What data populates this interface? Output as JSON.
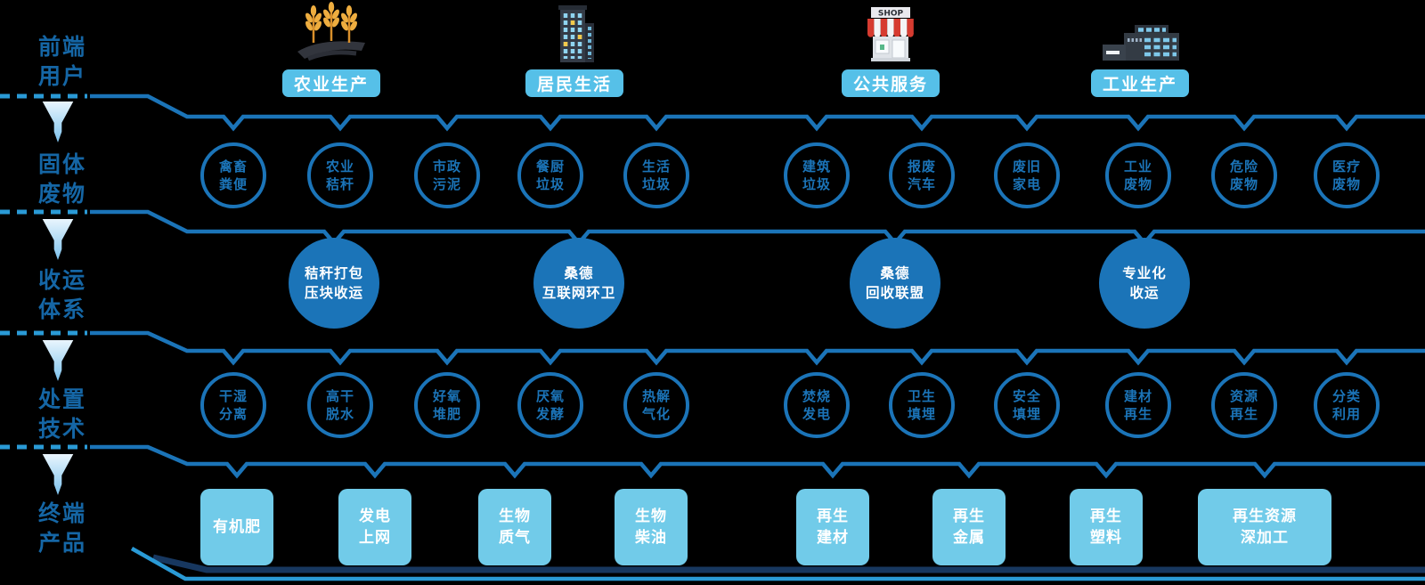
{
  "palette": {
    "accent": "#1b74b8",
    "header_pill": "#56c0e8",
    "product_box": "#71cbe9",
    "dash_line": "#2a9ad6",
    "navy_line": "#17375f",
    "row_label": "#1566a5"
  },
  "left_labels": [
    {
      "id": "front-users",
      "lines": [
        "前端",
        "用户"
      ]
    },
    {
      "id": "solid-waste",
      "lines": [
        "固体",
        "废物"
      ]
    },
    {
      "id": "collection-system",
      "lines": [
        "收运",
        "体系"
      ]
    },
    {
      "id": "disposal-tech",
      "lines": [
        "处置",
        "技术"
      ]
    },
    {
      "id": "end-products",
      "lines": [
        "终端",
        "产品"
      ]
    }
  ],
  "headers": [
    {
      "label": "农业生产",
      "icon": "wheat-field-icon"
    },
    {
      "label": "居民生活",
      "icon": "residential-building-icon"
    },
    {
      "label": "公共服务",
      "icon": "shop-icon",
      "sign": "SHOP"
    },
    {
      "label": "工业生产",
      "icon": "factory-icon"
    }
  ],
  "solid_waste_items": [
    [
      "禽畜",
      "粪便"
    ],
    [
      "农业",
      "秸秆"
    ],
    [
      "市政",
      "污泥"
    ],
    [
      "餐厨",
      "垃圾"
    ],
    [
      "生活",
      "垃圾"
    ],
    [
      "建筑",
      "垃圾"
    ],
    [
      "报废",
      "汽车"
    ],
    [
      "废旧",
      "家电"
    ],
    [
      "工业",
      "废物"
    ],
    [
      "危险",
      "废物"
    ],
    [
      "医疗",
      "废物"
    ]
  ],
  "collection_items": [
    [
      "秸秆打包",
      "压块收运"
    ],
    [
      "桑德",
      "互联网环卫"
    ],
    [
      "桑德",
      "回收联盟"
    ],
    [
      "专业化",
      "收运"
    ]
  ],
  "disposal_items": [
    [
      "干湿",
      "分离"
    ],
    [
      "高干",
      "脱水"
    ],
    [
      "好氧",
      "堆肥"
    ],
    [
      "厌氧",
      "发酵"
    ],
    [
      "热解",
      "气化"
    ],
    [
      "焚烧",
      "发电"
    ],
    [
      "卫生",
      "填埋"
    ],
    [
      "安全",
      "填埋"
    ],
    [
      "建材",
      "再生"
    ],
    [
      "资源",
      "再生"
    ],
    [
      "分类",
      "利用"
    ]
  ],
  "product_items": [
    [
      "有机肥"
    ],
    [
      "发电",
      "上网"
    ],
    [
      "生物",
      "质气"
    ],
    [
      "生物",
      "柴油"
    ],
    [
      "再生",
      "建材"
    ],
    [
      "再生",
      "金属"
    ],
    [
      "再生",
      "塑料"
    ],
    [
      "再生资源",
      "深加工"
    ]
  ]
}
